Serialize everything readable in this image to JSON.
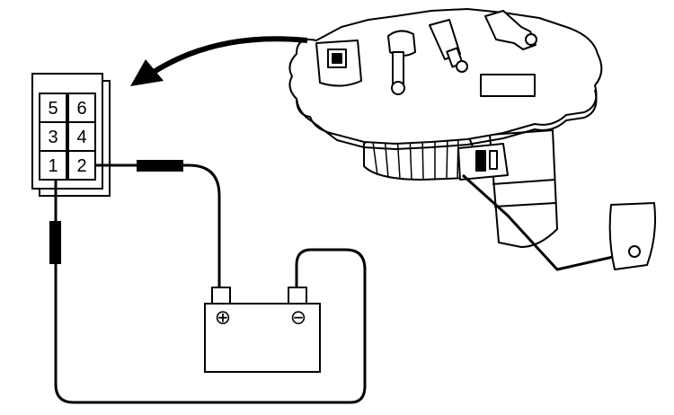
{
  "connector": {
    "pins": [
      "5",
      "6",
      "3",
      "4",
      "1",
      "2"
    ]
  },
  "battery": {
    "positive_symbol": "⊕",
    "negative_symbol": "⊖"
  },
  "colors": {
    "line": "#000000",
    "background": "#ffffff"
  }
}
